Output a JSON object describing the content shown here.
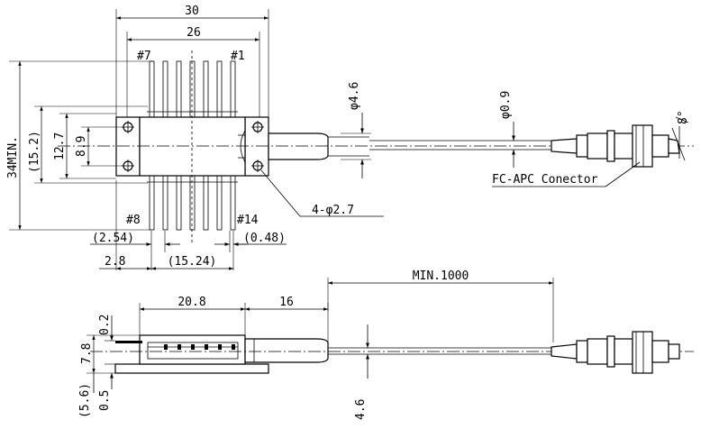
{
  "top_view": {
    "dim_width_30": "30",
    "dim_width_26": "26",
    "pin_1": "#1",
    "pin_7": "#7",
    "pin_8": "#8",
    "pin_14": "#14",
    "dim_34min": "34MIN.",
    "dim_15_2": "(15.2)",
    "dim_12_7": "12.7",
    "dim_8_9": "8.9",
    "dim_phi_4_6": "φ4.6",
    "dim_phi_0_9": "φ0.9",
    "dim_8deg": "8°",
    "connector_label": "FC-APC Conector",
    "holes_label": "4-φ2.7",
    "dim_2_54": "(2.54)",
    "dim_0_48": "(0.48)",
    "dim_2_8": "2.8",
    "dim_15_24": "(15.24)"
  },
  "side_view": {
    "dim_min_1000": "MIN.1000",
    "dim_20_8": "20.8",
    "dim_16": "16",
    "dim_0_2": "0.2",
    "dim_7_8": "7.8",
    "dim_0_5": "0.5",
    "dim_5_6": "(5.6)",
    "dim_4_6": "4.6"
  }
}
